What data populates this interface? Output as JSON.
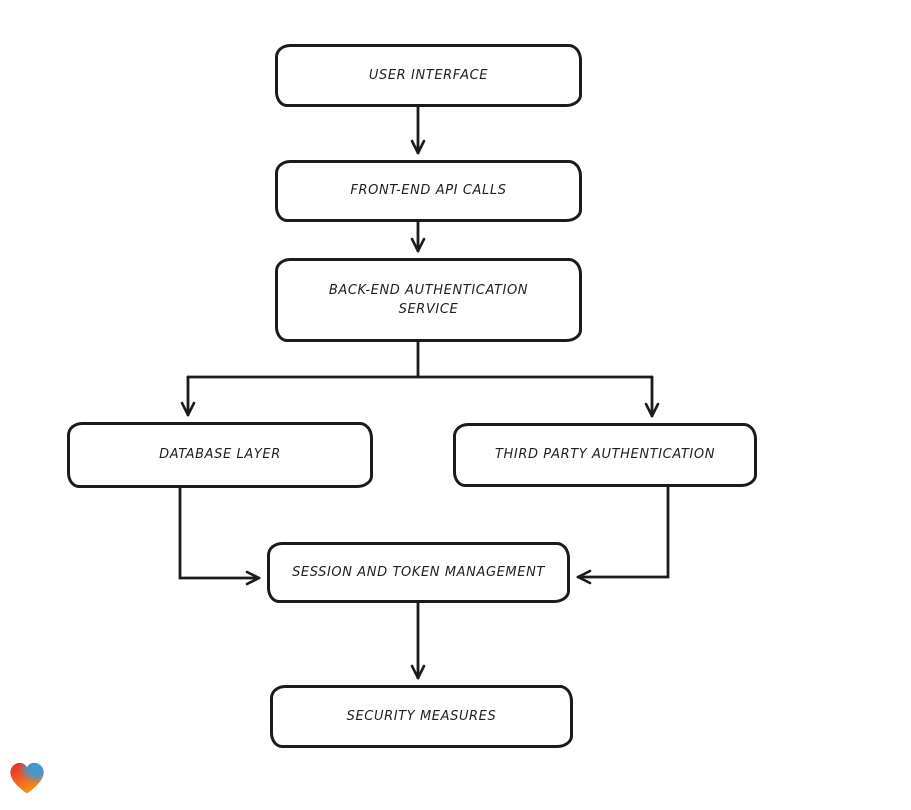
{
  "page": {
    "background_color": "#ffffff"
  },
  "diagram": {
    "type": "flowchart",
    "direction": "top-down",
    "style": "hand-drawn",
    "stroke_color": "#1b1b1b",
    "node_fill": "#ffffff",
    "text_color": "#1f1f1f",
    "nodes": [
      {
        "id": "user-interface",
        "label": "USER INTERFACE"
      },
      {
        "id": "front-end-api-calls",
        "label": "FRONT-END API CALLS"
      },
      {
        "id": "back-end-authentication-service",
        "label": "BACK-END AUTHENTICATION SERVICE"
      },
      {
        "id": "database-layer",
        "label": "DATABASE LAYER"
      },
      {
        "id": "third-party-authentication",
        "label": "THIRD PARTY AUTHENTICATION"
      },
      {
        "id": "session-and-token-management",
        "label": "SESSION AND TOKEN MANAGEMENT"
      },
      {
        "id": "security-measures",
        "label": "SECURITY MEASURES"
      }
    ],
    "edges": [
      {
        "from": "user-interface",
        "to": "front-end-api-calls"
      },
      {
        "from": "front-end-api-calls",
        "to": "back-end-authentication-service"
      },
      {
        "from": "back-end-authentication-service",
        "to": "database-layer"
      },
      {
        "from": "back-end-authentication-service",
        "to": "third-party-authentication"
      },
      {
        "from": "database-layer",
        "to": "session-and-token-management"
      },
      {
        "from": "third-party-authentication",
        "to": "session-and-token-management"
      },
      {
        "from": "session-and-token-management",
        "to": "security-measures"
      }
    ]
  },
  "branding": {
    "logo": "heart-icon",
    "logo_colors": {
      "red": "#e5262d",
      "blue": "#2f9fe0",
      "orange": "#f7941d"
    }
  }
}
